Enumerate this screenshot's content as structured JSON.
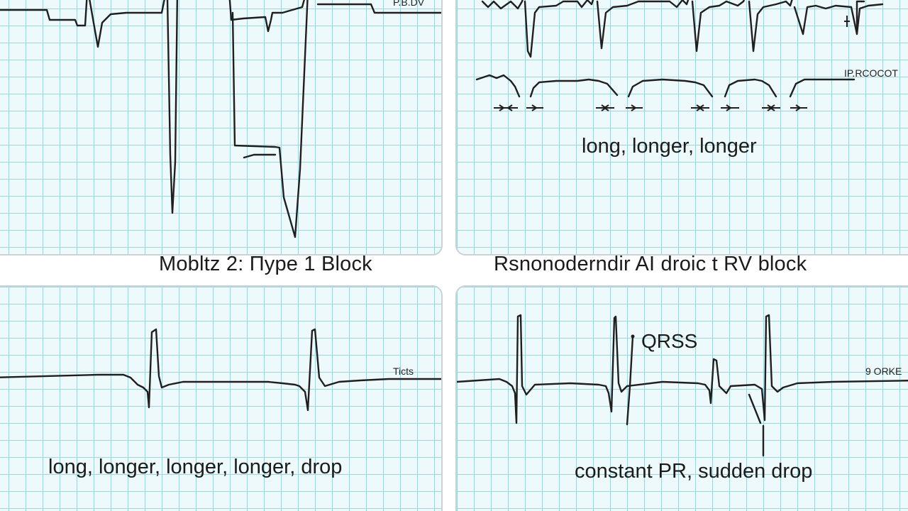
{
  "captions": {
    "top_left": "Mobltz 2: Пype 1 Block",
    "top_right": "Rsnonoderndir AI droic t RV block"
  },
  "panels": {
    "top_left": {
      "corner_label": "P.B.DV"
    },
    "top_right": {
      "corner_label": "IP.RCOCOT",
      "annotation": "long, longer, longer"
    },
    "bottom_left": {
      "corner_label": "Ticts",
      "annotation": "long, longer, longer, longer, drop"
    },
    "bottom_right": {
      "corner_label": "9 ORKE",
      "qrs_label": "QRSS",
      "annotation": "constant PR, sudden drop"
    }
  }
}
